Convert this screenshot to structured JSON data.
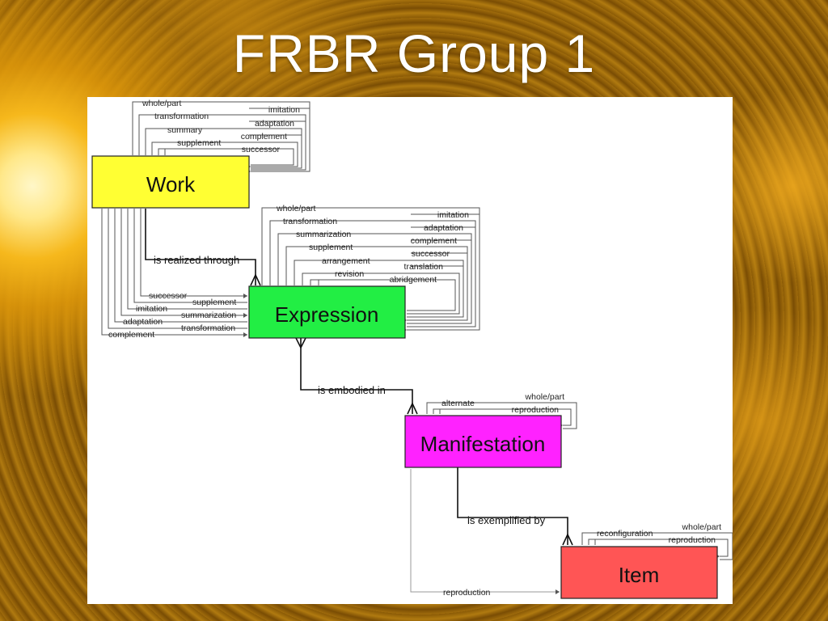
{
  "slide": {
    "title": "FRBR Group 1"
  },
  "entities": {
    "work": {
      "label": "Work",
      "color": "#ffff33"
    },
    "expression": {
      "label": "Expression",
      "color": "#22ee44"
    },
    "manifestation": {
      "label": "Manifestation",
      "color": "#ff22ff"
    },
    "item": {
      "label": "Item",
      "color": "#ff5555"
    }
  },
  "relationships": {
    "work_expression": "is realized through",
    "expression_manifestation": "is embodied in",
    "manifestation_item": "is exemplified by",
    "item_manifestation": "reproduction"
  },
  "work_self": {
    "left": [
      "whole/part",
      "transformation",
      "summary",
      "supplement"
    ],
    "right": [
      "imitation",
      "adaptation",
      "complement",
      "successor"
    ]
  },
  "expression_self": {
    "left": [
      "whole/part",
      "transformation",
      "summarization",
      "supplement",
      "arrangement",
      "revision"
    ],
    "right": [
      "imitation",
      "adaptation",
      "complement",
      "successor",
      "translation",
      "abridgement"
    ]
  },
  "expression_work": [
    "successor",
    "supplement",
    "imitation",
    "summarization",
    "adaptation",
    "transformation",
    "complement"
  ],
  "manifestation_self": {
    "left": [
      "alternate"
    ],
    "right": [
      "whole/part",
      "reproduction"
    ]
  },
  "item_self": {
    "left": [
      "reconfiguration"
    ],
    "right": [
      "whole/part",
      "reproduction"
    ]
  }
}
